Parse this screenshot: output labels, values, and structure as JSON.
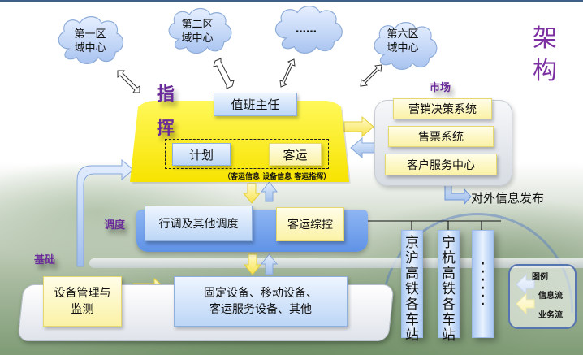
{
  "title": "架构",
  "title_chars": [
    "架",
    "构"
  ],
  "regions": [
    {
      "line1": "第一区",
      "line2": "域中心"
    },
    {
      "line1": "第二区",
      "line2": "域中心"
    },
    {
      "line1": "……",
      "line2": ""
    },
    {
      "line1": "第六区",
      "line2": "域中心"
    }
  ],
  "sections": {
    "command": [
      "指",
      "挥"
    ],
    "market": "市场",
    "dispatch": "调度",
    "base": "基础"
  },
  "command": {
    "duty_director": "值班主任",
    "plan": "计划",
    "passenger": "客运",
    "note": "（客运信息  设备信息  客运指挥）"
  },
  "market": {
    "systems": [
      "营销决策系统",
      "售票系统",
      "客户服务中心"
    ],
    "publish": "对外信息发布"
  },
  "dispatch": {
    "train_dispatch": "行调及其他调度",
    "passenger_control": "客运综控"
  },
  "base": {
    "equipment_mgmt_line1": "设备管理与",
    "equipment_mgmt_line2": "监测",
    "equipment_line1": "固定设备、移动设备、",
    "equipment_line2": "客运服务设备、其他"
  },
  "stations": [
    {
      "chars": [
        "京",
        "沪",
        "高",
        "铁",
        "各",
        "车",
        "站"
      ]
    },
    {
      "chars": [
        "宁",
        "杭",
        "高",
        "铁",
        "各",
        "车",
        "站"
      ]
    },
    {
      "chars": [
        "·",
        "·",
        "·",
        "·",
        "·",
        "·"
      ]
    }
  ],
  "legend": {
    "title": "图例",
    "info_flow": "信息流",
    "business_flow": "业务流"
  },
  "colors": {
    "info_flow": "#a9c6f0",
    "business_flow": "#fbe96a",
    "accent_purple": "#7b2fa0",
    "command_yellow": "#f7e300",
    "dispatch_blue": "#6b9be8"
  }
}
